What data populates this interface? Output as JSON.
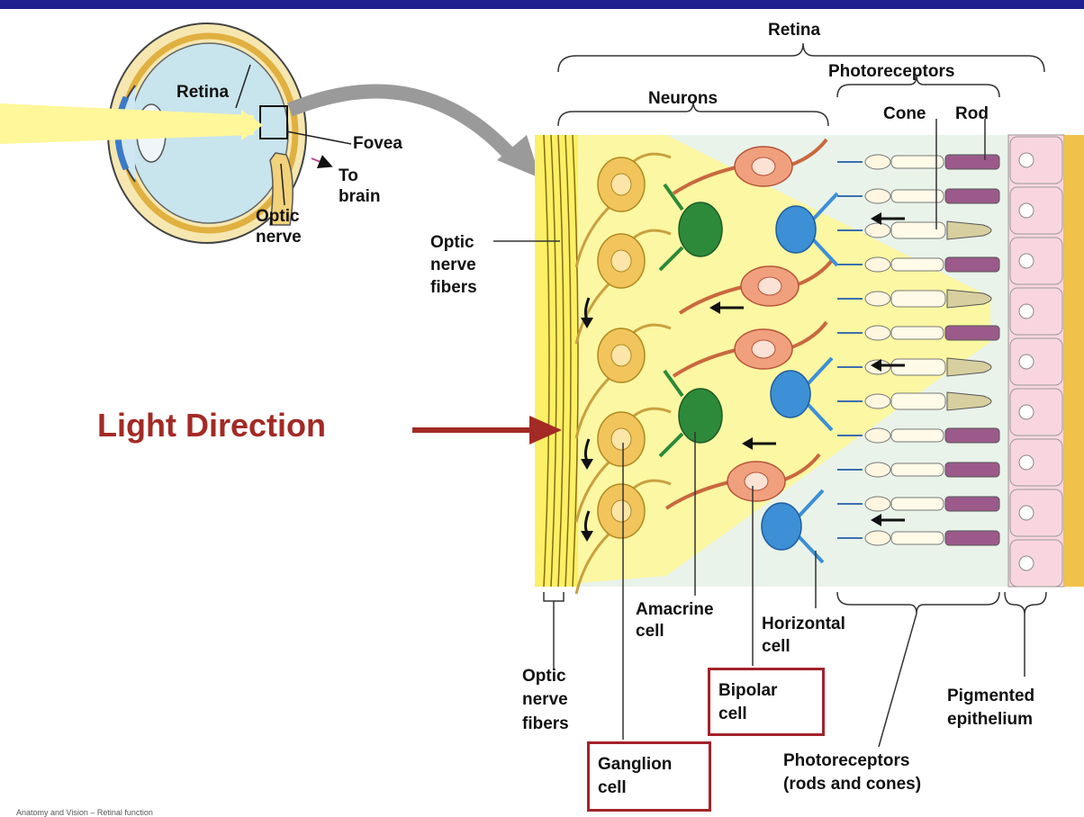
{
  "labels": {
    "retina_top": "Retina",
    "photoreceptors_top": "Photoreceptors",
    "neurons": "Neurons",
    "cone": "Cone",
    "rod": "Rod",
    "eye_retina": "Retina",
    "fovea": "Fovea",
    "to_brain_1": "To",
    "to_brain_2": "brain",
    "optic_nerve_1": "Optic",
    "optic_nerve_2": "nerve",
    "onf_top_1": "Optic",
    "onf_top_2": "nerve",
    "onf_top_3": "fibers",
    "light_direction": "Light Direction",
    "amacrine_1": "Amacrine",
    "amacrine_2": "cell",
    "horizontal_1": "Horizontal",
    "horizontal_2": "cell",
    "onf_bottom_1": "Optic",
    "onf_bottom_2": "nerve",
    "onf_bottom_3": "fibers",
    "bipolar_1": "Bipolar",
    "bipolar_2": "cell",
    "pigmented_1": "Pigmented",
    "pigmented_2": "epithelium",
    "ganglion_1": "Ganglion",
    "ganglion_2": "cell",
    "photo_bottom_1": "Photoreceptors",
    "photo_bottom_2": "(rods and cones)",
    "credit": "Anatomy and Vision – Retinal function"
  },
  "colors": {
    "header_band": "#1f1f8f",
    "light_yellow": "#fff799",
    "retina_yellow": "#fbf7a2",
    "ganglion": "#f2c45c",
    "amacrine": "#2d8a3a",
    "bipolar": "#f0a07d",
    "horizontal": "#3d8fd6",
    "pigment": "#f9d6df",
    "rod_stripes": "#9b5a8a",
    "highlight_box": "#a3232a",
    "light_arrow": "#a32a25"
  }
}
